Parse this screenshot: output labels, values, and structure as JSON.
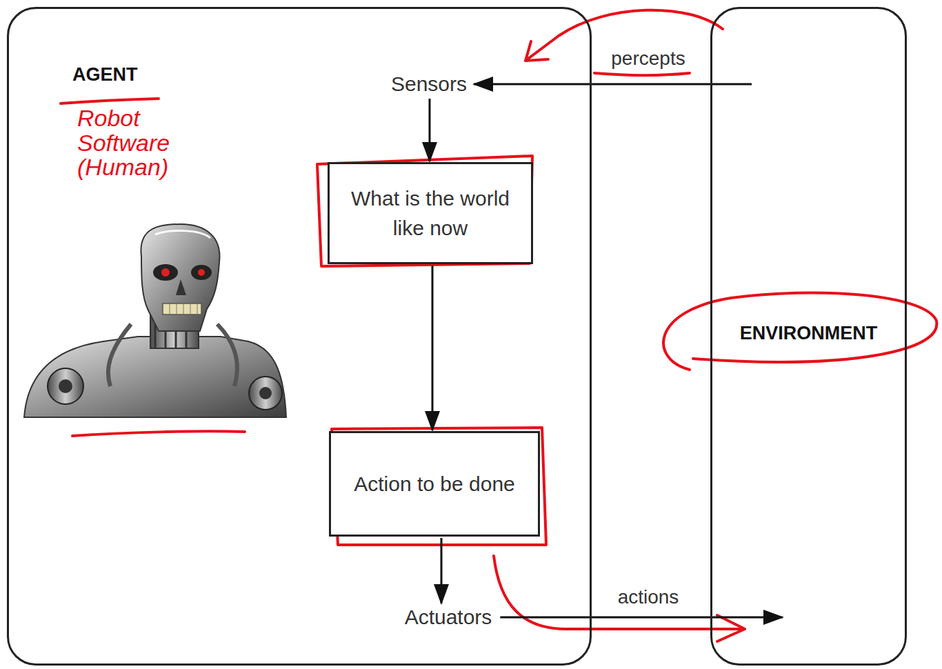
{
  "diagram": {
    "nodes": [
      {
        "text": [
          "AGENT"
        ]
      },
      {
        "text": [
          "Sensors"
        ],
        "in": 0
      },
      {
        "text": [
          "What is the world like now"
        ],
        "in": 0
      },
      {
        "text": [
          "Action to be done"
        ],
        "in": 0
      },
      {
        "text": [
          "Actuators"
        ],
        "in": 0
      },
      {
        "text": [
          "ENVIRONMENT"
        ]
      }
    ],
    "edges": [
      {
        "from": 5,
        "to": 1,
        "label": "percepts",
        "arrow": "to"
      },
      {
        "from": 1,
        "to": 2,
        "arrow": "to"
      },
      {
        "from": 2,
        "to": 3,
        "arrow": "to"
      },
      {
        "from": 3,
        "to": 4,
        "arrow": "to"
      },
      {
        "from": 4,
        "to": 5,
        "label": "actions",
        "arrow": "to"
      }
    ],
    "labels": [
      "Robot Software (Human)"
    ]
  }
}
